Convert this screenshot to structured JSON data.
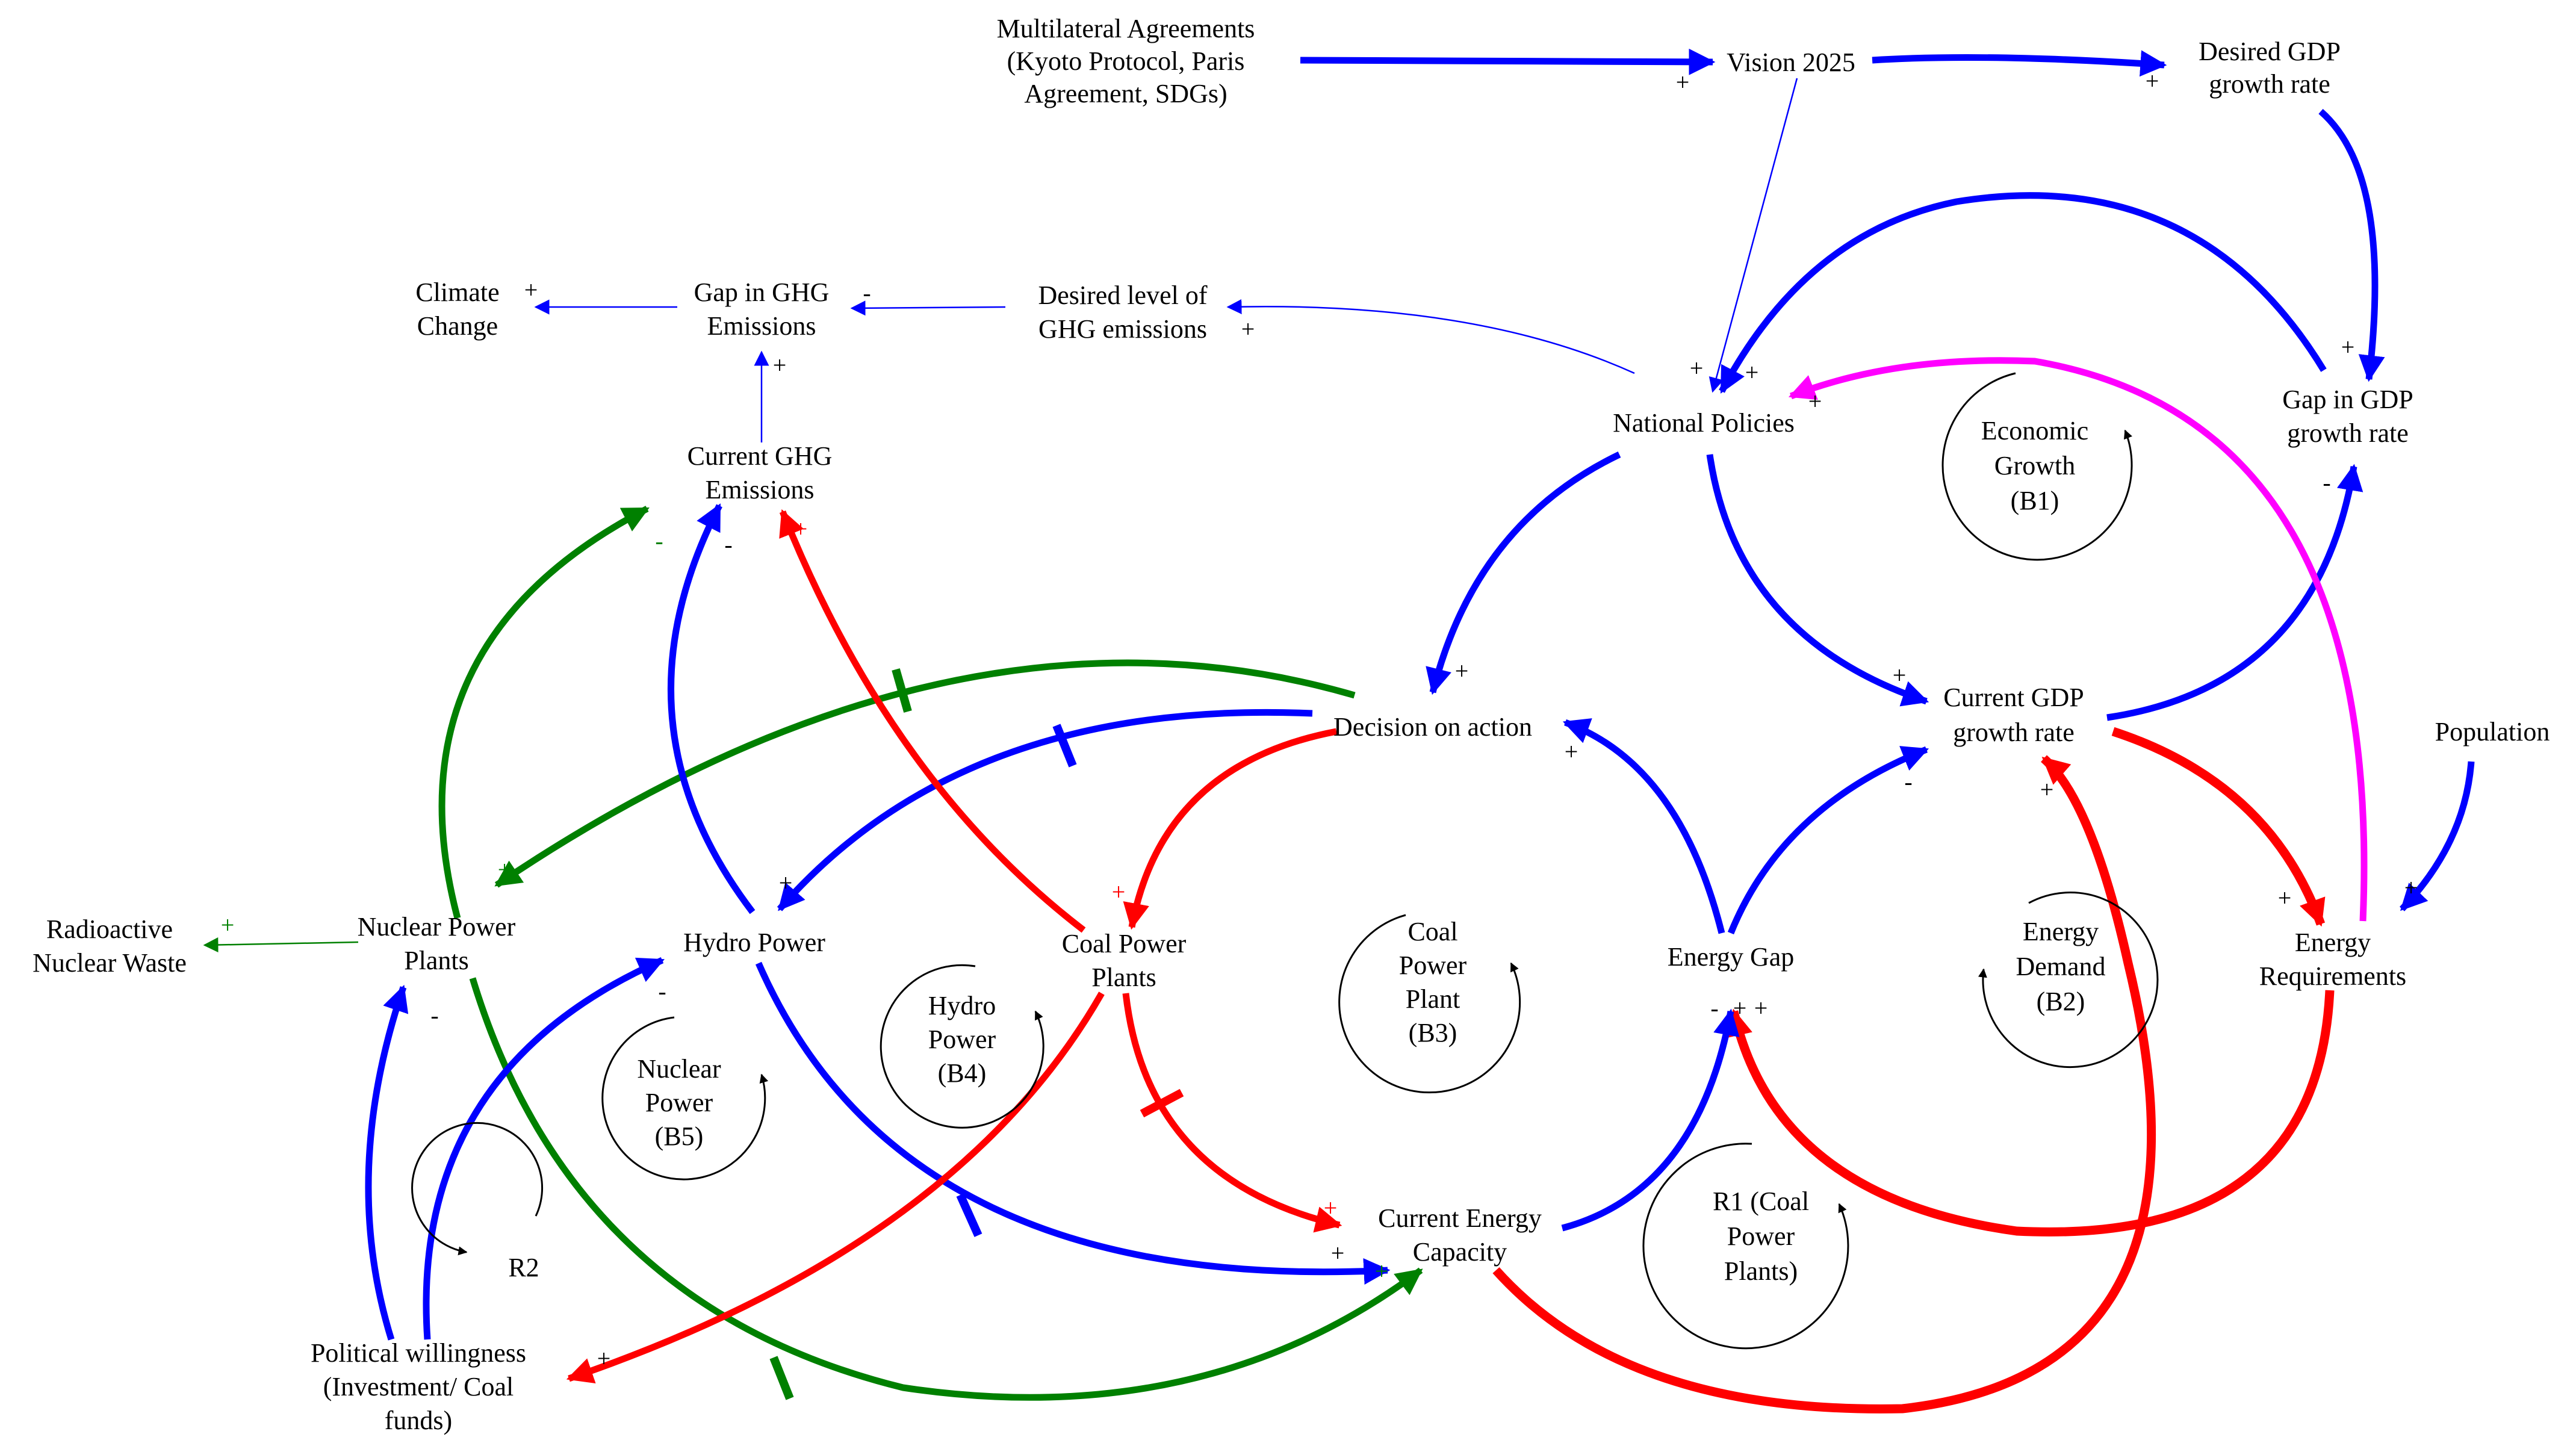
{
  "colors": {
    "blue": "#0000ff",
    "red": "#ff0000",
    "green": "#008000",
    "magenta": "#ff00ff",
    "black": "#000000"
  },
  "nodes": {
    "multilateral": [
      "Multilateral Agreements",
      "(Kyoto Protocol, Paris",
      "Agreement, SDGs)"
    ],
    "vision": [
      "Vision 2025"
    ],
    "desired_gdp": [
      "Desired GDP",
      "growth rate"
    ],
    "climate": [
      "Climate",
      "Change"
    ],
    "gap_ghg": [
      "Gap in GHG",
      "Emissions"
    ],
    "desired_ghg": [
      "Desired level of",
      "GHG emissions"
    ],
    "national_policies": [
      "National Policies"
    ],
    "gap_gdp": [
      "Gap in GDP",
      "growth rate"
    ],
    "current_ghg": [
      "Current GHG",
      "Emissions"
    ],
    "current_gdp": [
      "Current GDP",
      "growth rate"
    ],
    "population": [
      "Population"
    ],
    "decision": [
      "Decision on action"
    ],
    "radioactive": [
      "Radioactive",
      "Nuclear Waste"
    ],
    "nuclear": [
      "Nuclear Power",
      "Plants"
    ],
    "hydro": [
      "Hydro Power"
    ],
    "coal": [
      "Coal Power",
      "Plants"
    ],
    "energy_gap": [
      "Energy Gap"
    ],
    "energy_req": [
      "Energy",
      "Requirements"
    ],
    "current_capacity": [
      "Current Energy",
      "Capacity"
    ],
    "political": [
      "Political willingness",
      "(Investment/ Coal",
      "funds)"
    ]
  },
  "loops": {
    "b1": [
      "Economic",
      "Growth",
      "(B1)"
    ],
    "b2": [
      "Energy",
      "Demand",
      "(B2)"
    ],
    "b3": [
      "Coal",
      "Power",
      "Plant",
      "(B3)"
    ],
    "b4": [
      "Hydro",
      "Power",
      "(B4)"
    ],
    "b5": [
      "Nuclear",
      "Power",
      "(B5)"
    ],
    "r1": [
      "R1 (Coal",
      "Power",
      "Plants)"
    ],
    "r2": [
      "R2"
    ]
  },
  "signs": {
    "plus": "+",
    "minus": "-"
  }
}
